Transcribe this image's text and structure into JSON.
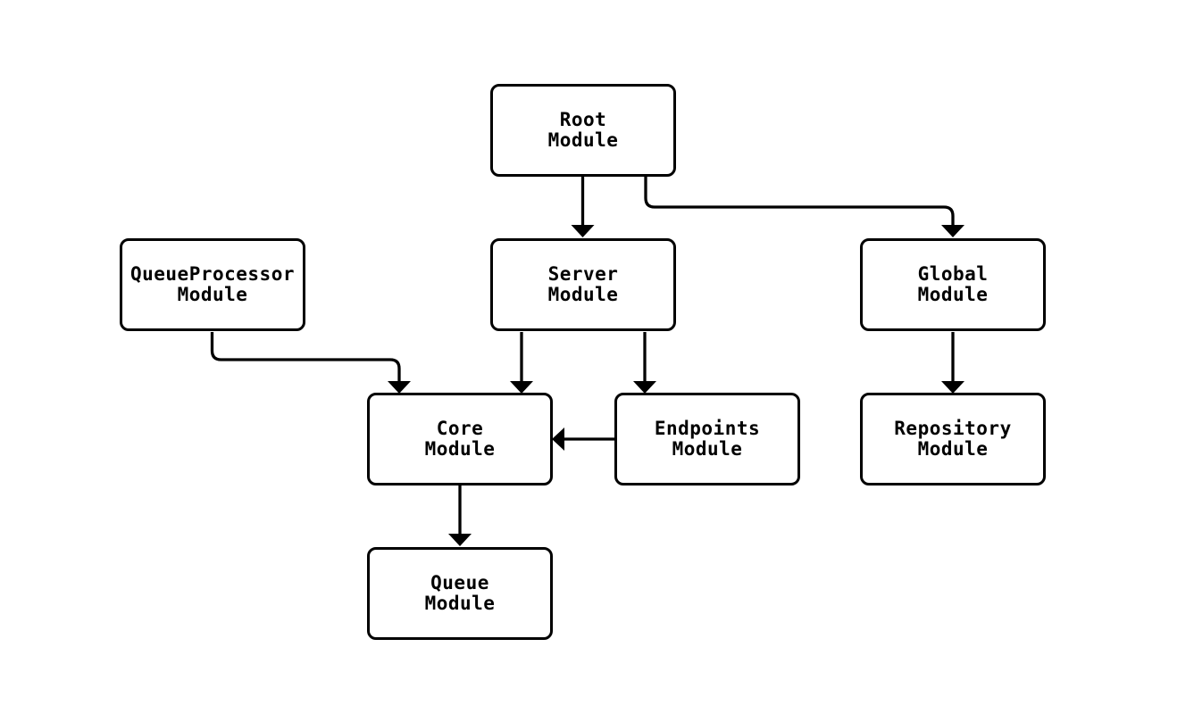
{
  "diagram": {
    "type": "flowchart",
    "background_color": "#ffffff",
    "node_fill_color": "#ffffff",
    "line_color": "#000000",
    "text_color": "#000000",
    "nodes": [
      {
        "id": "root",
        "line1": "Root",
        "line2": "Module"
      },
      {
        "id": "queueprocessor",
        "line1": "QueueProcessor",
        "line2": "Module"
      },
      {
        "id": "server",
        "line1": "Server",
        "line2": "Module"
      },
      {
        "id": "global",
        "line1": "Global",
        "line2": "Module"
      },
      {
        "id": "core",
        "line1": "Core",
        "line2": "Module"
      },
      {
        "id": "endpoints",
        "line1": "Endpoints",
        "line2": "Module"
      },
      {
        "id": "repository",
        "line1": "Repository",
        "line2": "Module"
      },
      {
        "id": "queue",
        "line1": "Queue",
        "line2": "Module"
      }
    ],
    "edges": [
      {
        "from": "Root Module",
        "to": "Server Module"
      },
      {
        "from": "Root Module",
        "to": "Global Module"
      },
      {
        "from": "QueueProcessor Module",
        "to": "Core Module"
      },
      {
        "from": "Server Module",
        "to": "Core Module"
      },
      {
        "from": "Server Module",
        "to": "Endpoints Module"
      },
      {
        "from": "Endpoints Module",
        "to": "Core Module"
      },
      {
        "from": "Global Module",
        "to": "Repository Module"
      },
      {
        "from": "Core Module",
        "to": "Queue Module"
      }
    ]
  }
}
